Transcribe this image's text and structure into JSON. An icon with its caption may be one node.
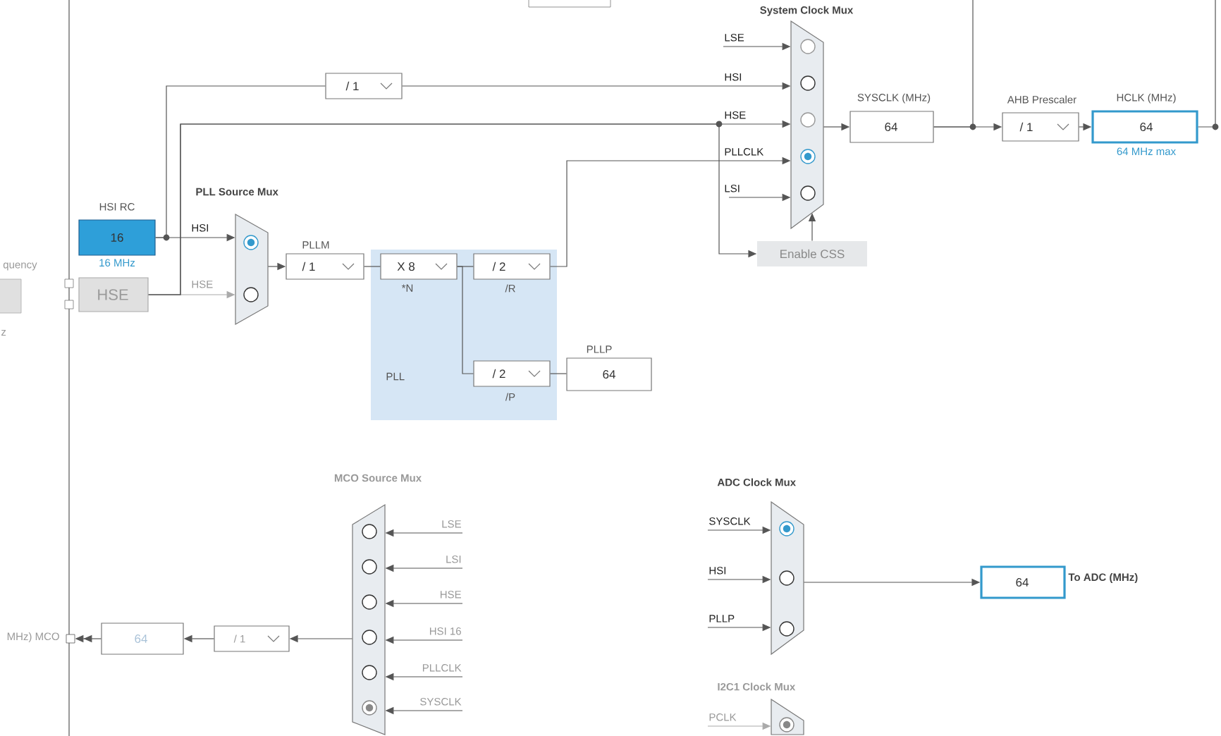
{
  "diagram": {
    "nodes": [
      {
        "text": [
          "HSI RC",
          "16"
        ],
        "beside": [
          "16 MHz"
        ]
      },
      {
        "text": [
          "HSE"
        ]
      },
      {
        "text": [
          "PLL Source Mux"
        ]
      },
      {
        "text": [
          "PLLM",
          "/ 1"
        ]
      },
      {
        "text": [
          "PLL"
        ]
      },
      {
        "text": [
          "X 8",
          "*N"
        ],
        "in": 4
      },
      {
        "text": [
          "/ 2",
          "/R"
        ],
        "in": 4
      },
      {
        "text": [
          "/ 2",
          "/P"
        ],
        "in": 4
      },
      {
        "text": [
          "PLLP",
          "64"
        ]
      },
      {
        "text": [
          "/ 1"
        ]
      },
      {
        "text": [
          "System Clock Mux"
        ]
      },
      {
        "text": [
          "Enable CSS"
        ]
      },
      {
        "text": [
          "SYSCLK (MHz)",
          "64"
        ]
      },
      {
        "text": [
          "AHB Prescaler",
          "/ 1"
        ]
      },
      {
        "text": [
          "HCLK (MHz)",
          "64"
        ],
        "beside": [
          "64 MHz max"
        ]
      },
      {
        "text": [
          "MCO Source Mux"
        ]
      },
      {
        "text": [
          "/ 1"
        ]
      },
      {
        "text": [
          "64"
        ]
      },
      {
        "text": [],
        "shape": "box",
        "beside": [
          "MHz) MCO"
        ]
      },
      {
        "text": [
          "ADC Clock Mux"
        ]
      },
      {
        "text": [
          "64"
        ],
        "beside": [
          "To ADC (MHz)"
        ]
      },
      {
        "text": [
          "I2C1 Clock Mux"
        ]
      }
    ],
    "edges": [
      {
        "from": 0,
        "to": 2,
        "arrow": "to",
        "label": "HSI"
      },
      {
        "from": 1,
        "to": 2,
        "arrow": "to",
        "label": "HSE",
        "color": "#aaaaaa"
      },
      {
        "from": 2,
        "to": 3,
        "arrow": "to"
      },
      {
        "from": 3,
        "to": 5,
        "arrow": "none"
      },
      {
        "from": 5,
        "to": 6,
        "arrow": "none"
      },
      {
        "from": 5,
        "to": 7,
        "arrow": "none"
      },
      {
        "from": 7,
        "to": 8,
        "arrow": "none"
      },
      {
        "from": 0,
        "to": 9,
        "arrow": "none"
      },
      {
        "from": 9,
        "to": 10,
        "arrow": "to",
        "label": "HSI"
      },
      {
        "from": 1,
        "to": 10,
        "arrow": "to",
        "label": "HSE"
      },
      {
        "from": 6,
        "to": 10,
        "arrow": "to",
        "label": "PLLCLK"
      },
      {
        "from": null,
        "to": 10,
        "arrow": "to",
        "label": "LSE"
      },
      {
        "from": null,
        "to": 10,
        "arrow": "to",
        "label": "LSI"
      },
      {
        "from": 10,
        "to": 12,
        "arrow": "to"
      },
      {
        "from": 12,
        "to": 13,
        "arrow": "to"
      },
      {
        "from": 13,
        "to": 14,
        "arrow": "to"
      },
      {
        "from": 1,
        "to": 11,
        "arrow": "to"
      },
      {
        "from": 11,
        "to": 10,
        "arrow": "to"
      },
      {
        "from": 12,
        "to": null,
        "arrow": "none"
      },
      {
        "from": 14,
        "to": null,
        "arrow": "none"
      },
      {
        "from": null,
        "to": 15,
        "arrow": "to",
        "label": "LSE"
      },
      {
        "from": null,
        "to": 15,
        "arrow": "to",
        "label": "LSI"
      },
      {
        "from": null,
        "to": 15,
        "arrow": "to",
        "label": "HSE"
      },
      {
        "from": null,
        "to": 15,
        "arrow": "to",
        "label": "HSI 16"
      },
      {
        "from": null,
        "to": 15,
        "arrow": "to",
        "label": "PLLCLK"
      },
      {
        "from": null,
        "to": 15,
        "arrow": "to",
        "label": "SYSCLK"
      },
      {
        "from": 15,
        "to": 16,
        "arrow": "to"
      },
      {
        "from": 16,
        "to": 17,
        "arrow": "to"
      },
      {
        "from": 17,
        "to": 18,
        "arrow": "to"
      },
      {
        "from": null,
        "to": 19,
        "arrow": "to",
        "label": "SYSCLK"
      },
      {
        "from": null,
        "to": 19,
        "arrow": "to",
        "label": "HSI"
      },
      {
        "from": null,
        "to": 19,
        "arrow": "to",
        "label": "PLLP"
      },
      {
        "from": 19,
        "to": 20,
        "arrow": "to"
      },
      {
        "from": null,
        "to": 21,
        "arrow": "to",
        "label": "PCLK",
        "color": "#aaaaaa"
      }
    ],
    "labels": [
      "quency",
      "z"
    ]
  }
}
